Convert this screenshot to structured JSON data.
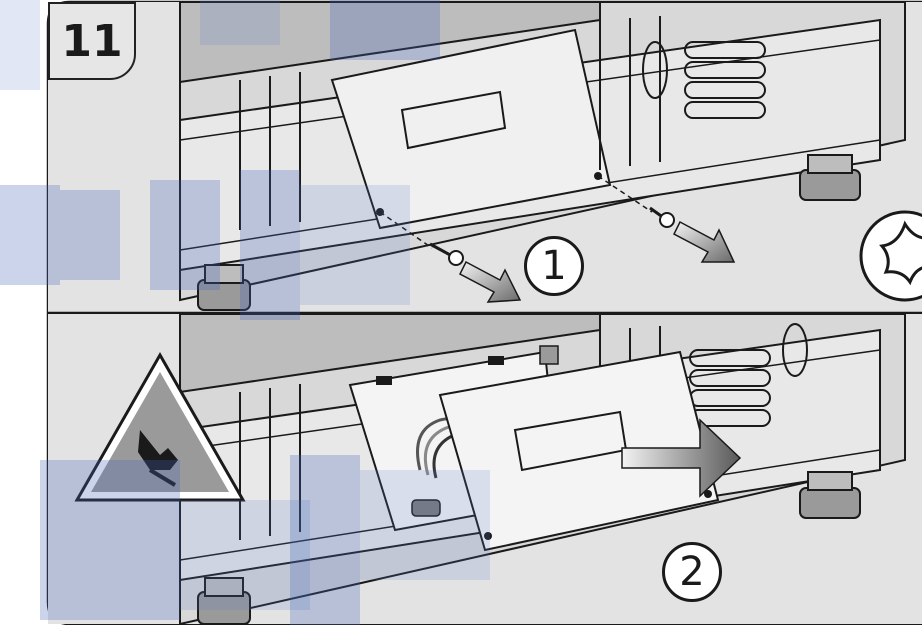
{
  "step": {
    "number": "11"
  },
  "callouts": {
    "first": "1",
    "second": "2"
  },
  "icons": {
    "warning": "hand-pinch-warning-icon",
    "torx": "torx-bit-icon",
    "arrow": "direction-arrow-icon",
    "screw": "screw-icon"
  },
  "colors": {
    "panel_bg": "#e3e3e3",
    "line": "#1a1a1a",
    "warning_fill": "#9a9a9a",
    "arrow_fill": "#8c8c8c",
    "watermark": "#5a78c8"
  }
}
